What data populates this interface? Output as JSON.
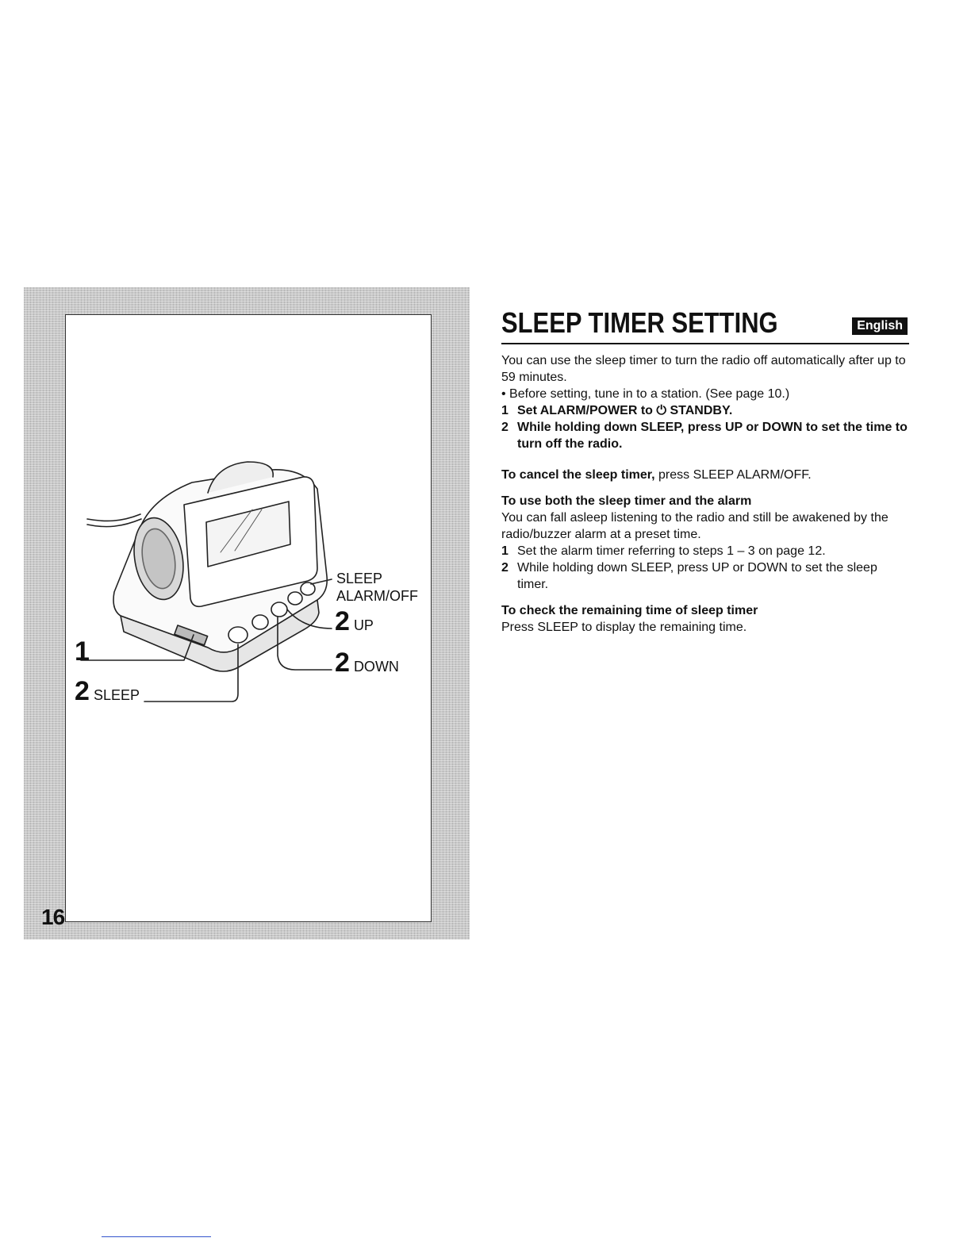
{
  "page": {
    "number": "16",
    "title": "SLEEP TIMER SETTING",
    "language": "English"
  },
  "callouts": {
    "sleep_alarm_off_line1": "SLEEP",
    "sleep_alarm_off_line2": "ALARM/OFF",
    "up_num": "2",
    "up_label": "UP",
    "down_num": "2",
    "down_label": "DOWN",
    "one_num": "1",
    "sleep_num": "2",
    "sleep_label": "SLEEP"
  },
  "content": {
    "intro": "You can use the sleep timer to turn the radio off automatically after up to 59 minutes.",
    "bullet": "• Before setting, tune in to a station. (See page 10.)",
    "steps": [
      {
        "n": "1",
        "text": "Set ALARM/POWER to ⏻ STANDBY."
      },
      {
        "n": "2",
        "text": "While holding down SLEEP, press UP or DOWN to set the time to turn off the radio."
      }
    ],
    "cancel_bold": "To cancel the sleep timer,",
    "cancel_rest": " press SLEEP ALARM/OFF.",
    "both_heading": "To use both the sleep timer and the alarm",
    "both_text": "You can fall asleep listening to the radio and still be awakened by the radio/buzzer alarm at a preset time.",
    "both_steps": [
      {
        "n": "1",
        "text": "Set the alarm timer referring to steps 1 – 3 on page 12."
      },
      {
        "n": "2",
        "text": "While holding down SLEEP, press UP or DOWN to set the sleep timer."
      }
    ],
    "check_heading": "To check the remaining time of sleep timer",
    "check_text": "Press SLEEP to display the remaining time."
  }
}
